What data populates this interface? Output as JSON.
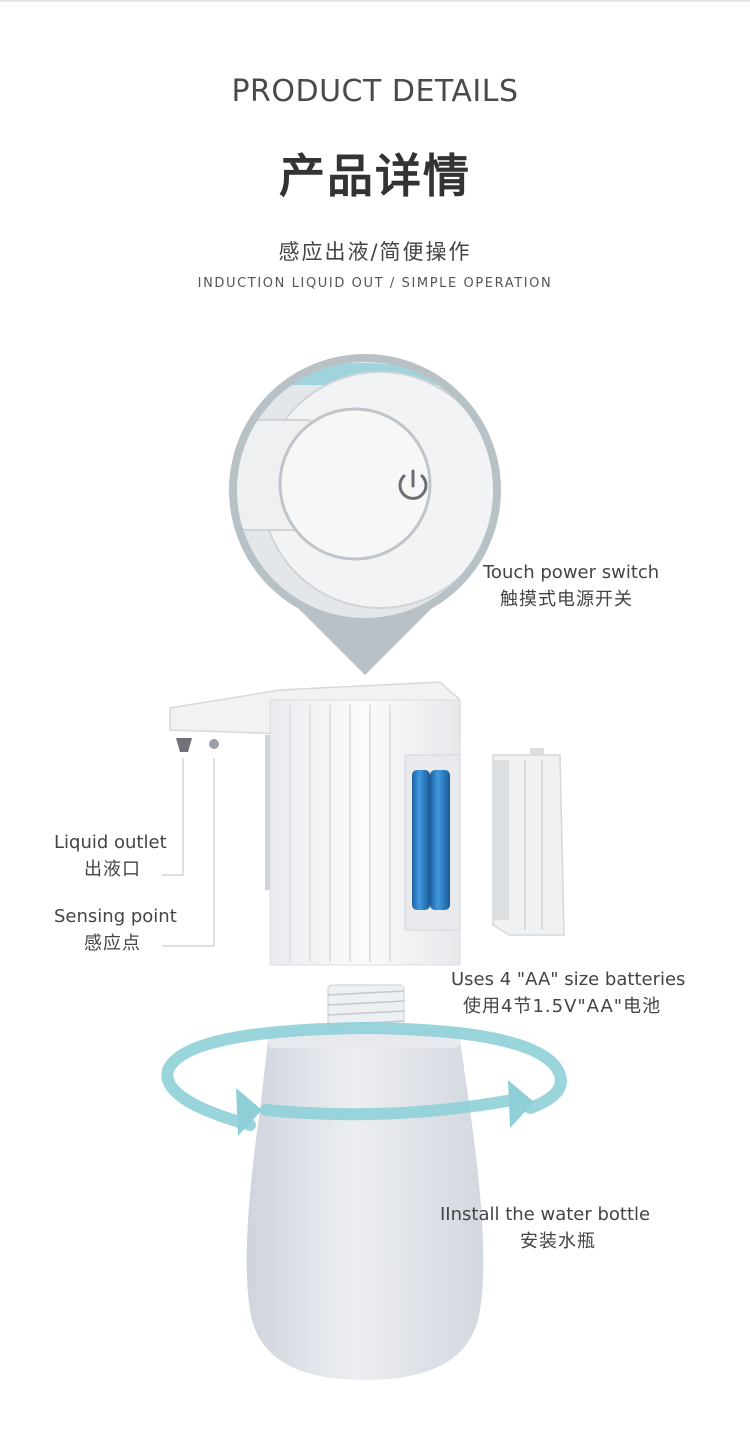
{
  "header": {
    "title_en": "PRODUCT DETAILS",
    "title_cn": "产品详情",
    "subtitle_cn": "感应出液/简便操作",
    "subtitle_en": "INDUCTION LIQUID OUT / SIMPLE OPERATION"
  },
  "callouts": {
    "power_switch": {
      "en": "Touch power switch",
      "cn": "触摸式电源开关"
    },
    "liquid_outlet": {
      "en": "Liquid outlet",
      "cn": "出液口"
    },
    "sensing_point": {
      "en": "Sensing point",
      "cn": "感应点"
    },
    "batteries": {
      "en": "Uses 4 \"AA\" size batteries",
      "cn": "使用4节1.5V\"AA\"电池"
    },
    "bottle": {
      "en": "IInstall the water bottle",
      "cn": "安装水瓶"
    }
  },
  "colors": {
    "accent_teal": "#8fd0d8",
    "pin_gray": "#b5bfc3",
    "battery_blue": "#2e7fc4",
    "body_white": "#f4f5f6",
    "bottle_gray": "#dcdfe6"
  },
  "icons": [
    "power-icon"
  ]
}
